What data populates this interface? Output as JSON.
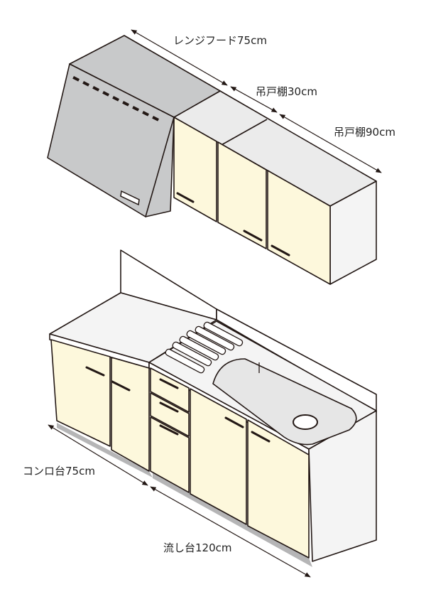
{
  "labels": {
    "range_hood": "レンジフード75cm",
    "wall_cabinet_30": "吊戸棚30cm",
    "wall_cabinet_90": "吊戸棚90cm",
    "stove_base": "コンロ台75cm",
    "sink_base": "流し台120cm"
  },
  "colors": {
    "door": "#fdf8dc",
    "hood": "#c8c9ca",
    "cabinet_top": "#ebebeb",
    "side": "#f4f4f4",
    "plinth": "#b5b5b6",
    "outline": "#231815"
  }
}
